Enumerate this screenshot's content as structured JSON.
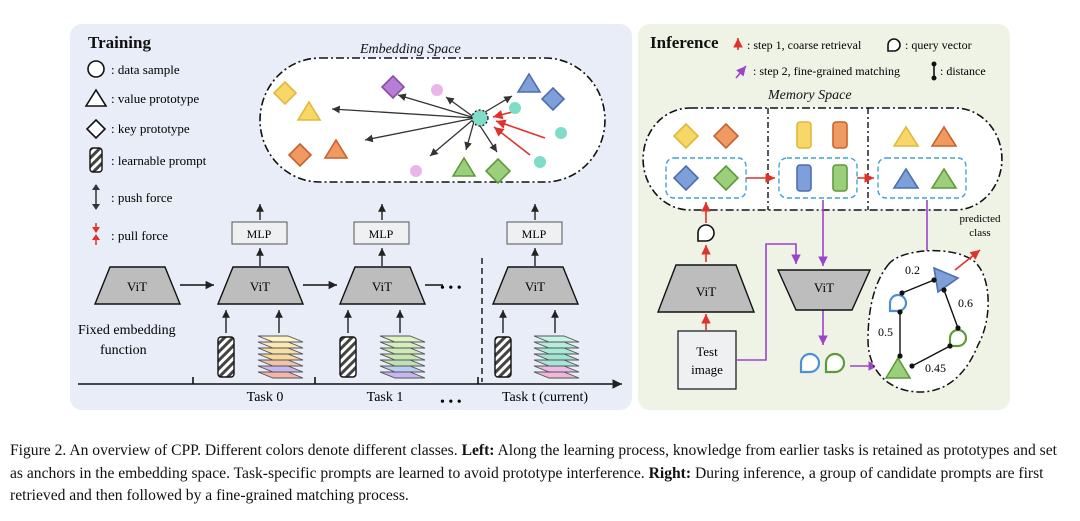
{
  "training": {
    "title": "Training",
    "embedding_space_title": "Embedding Space",
    "legend": [
      {
        "icon": "circle-icon",
        "label": ": data sample"
      },
      {
        "icon": "triangle-icon",
        "label": ": value prototype"
      },
      {
        "icon": "diamond-icon",
        "label": ": key prototype"
      },
      {
        "icon": "hatched-prompt-icon",
        "label": ": learnable prompt"
      },
      {
        "icon": "push-arrow-icon",
        "label": ": push force"
      },
      {
        "icon": "pull-arrow-icon",
        "label": ": pull force"
      }
    ],
    "vit_label": "ViT",
    "mlp_label": "MLP",
    "fixed_function_label": [
      "Fixed embedding",
      "function"
    ],
    "ellipsis": "• • •",
    "tasks": [
      "Task 0",
      "Task 1",
      "Task t (current)"
    ],
    "task_ellipsis": "• • •"
  },
  "inference": {
    "title": "Inference",
    "legend_step1": ": step 1, coarse retrieval",
    "legend_step2": ": step 2, fine-grained matching",
    "legend_query": ": query vector",
    "legend_distance": ": distance",
    "memory_space_title": "Memory Space",
    "vit_label": "ViT",
    "vit2_label": "ViT",
    "test_image_label": [
      "Test",
      "image"
    ],
    "predicted_class_label": [
      "predicted",
      "class"
    ],
    "distances": [
      "0.2",
      "0.6",
      "0.5",
      "0.45"
    ]
  },
  "colors": {
    "training_bg": "#e8edf7",
    "inference_bg": "#eef3e6",
    "yellow": "#f7d768",
    "orange": "#ef9a63",
    "blue": "#7e9fd8",
    "green": "#9ccf7b",
    "purple": "#b77ed6",
    "teal": "#7fdcc8",
    "pink": "#e8b6e8",
    "red_arrow": "#e0322a",
    "purple_arrow": "#9b44c9",
    "dashed_blue": "#3fa3dc"
  },
  "caption": {
    "intro": "Figure 2. An overview of CPP. Different colors denote different classes. ",
    "left_label": "Left:",
    "left_text": " Along the learning process, knowledge from earlier tasks is retained as prototypes and set as anchors in the embedding space. Task-specific prompts are learned to avoid prototype interference. ",
    "right_label": "Right:",
    "right_text": " During inference, a group of candidate prompts are first retrieved and then followed by a fine-grained matching process."
  }
}
